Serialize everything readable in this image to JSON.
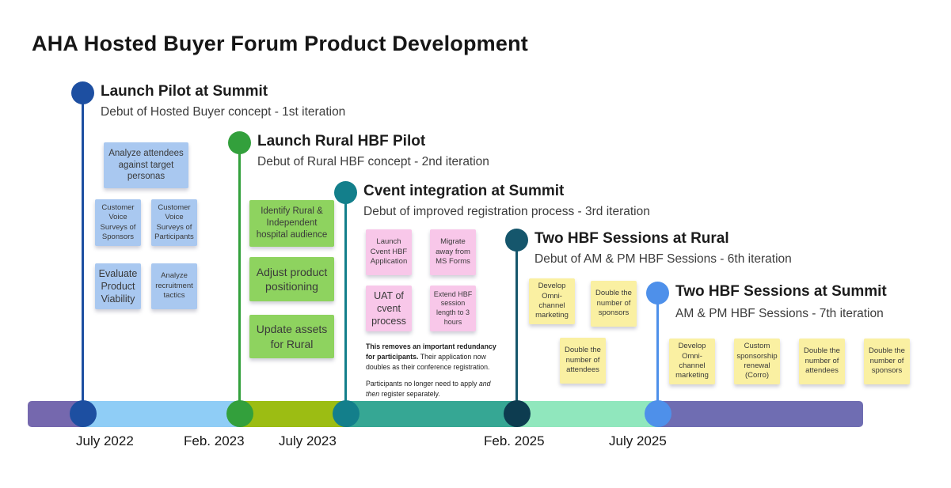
{
  "title": "AHA Hosted Buyer Forum Product Development",
  "milestones": [
    {
      "title": "Launch Pilot at Summit",
      "subtitle": "Debut of Hosted Buyer concept - 1st iteration",
      "date": "July 2022",
      "accent_color": "#1d4fa1",
      "bar_dot_color": "#1d4fa1",
      "note_color": "#a9c8f0",
      "notes": [
        "Analyze attendees against target personas",
        "Customer Voice Surveys of Sponsors",
        "Customer Voice Surveys of Participants",
        "Evaluate Product Viability",
        "Analyze recruitment tactics"
      ]
    },
    {
      "title": "Launch Rural HBF Pilot",
      "subtitle": "Debut of Rural HBF concept - 2nd iteration",
      "date": "Feb. 2023",
      "accent_color": "#33a03c",
      "bar_dot_color": "#33a03c",
      "note_color": "#8ed35f",
      "notes": [
        "Identify Rural & Independent hospital audience",
        "Adjust product positioning",
        "Update assets for Rural"
      ]
    },
    {
      "title": "Cvent integration at Summit",
      "subtitle": "Debut of improved registration process - 3rd iteration",
      "date": "July 2023",
      "accent_color": "#137f8b",
      "bar_dot_color": "#137f8b",
      "note_color": "#f8c7e9",
      "notes": [
        "Launch Cvent HBF Application",
        "Migrate away from MS Forms",
        "UAT of cvent process",
        "Extend HBF session length to 3 hours"
      ]
    },
    {
      "title": "Two HBF Sessions at Rural",
      "subtitle": "Debut of AM & PM HBF Sessions - 6th iteration",
      "date": "Feb. 2025",
      "accent_color": "#15566c",
      "bar_dot_color": "#0d3c50",
      "note_color": "#faf0a2",
      "notes": [
        "Develop Omni-channel marketing",
        "Double the number of sponsors",
        "Double the number of attendees"
      ]
    },
    {
      "title": "Two HBF Sessions at Summit",
      "subtitle": "AM & PM HBF Sessions - 7th iteration",
      "date": "July 2025",
      "accent_color": "#4e90ea",
      "bar_dot_color": "#4e90ea",
      "note_color": "#faf0a2",
      "notes": [
        "Develop Omni-channel marketing",
        "Custom sponsorship renewal (Corro)",
        "Double the number of attendees",
        "Double the number of sponsors"
      ]
    }
  ],
  "annotation": {
    "p1_bold": "This removes an important redundancy for participants.",
    "p1_rest": " Their application now doubles as their conference registration.",
    "p2_pre": "Participants no longer need to apply ",
    "p2_italic": "and then",
    "p2_post": " register separately."
  },
  "timeline": {
    "dates": [
      "July 2022",
      "Feb. 2023",
      "July 2023",
      "Feb. 2025",
      "July 2025"
    ],
    "segment_colors": [
      "#7568ae",
      "#8fcdf6",
      "#9cbd13",
      "#36a794",
      "#90e7bd",
      "#6f6db2"
    ]
  }
}
